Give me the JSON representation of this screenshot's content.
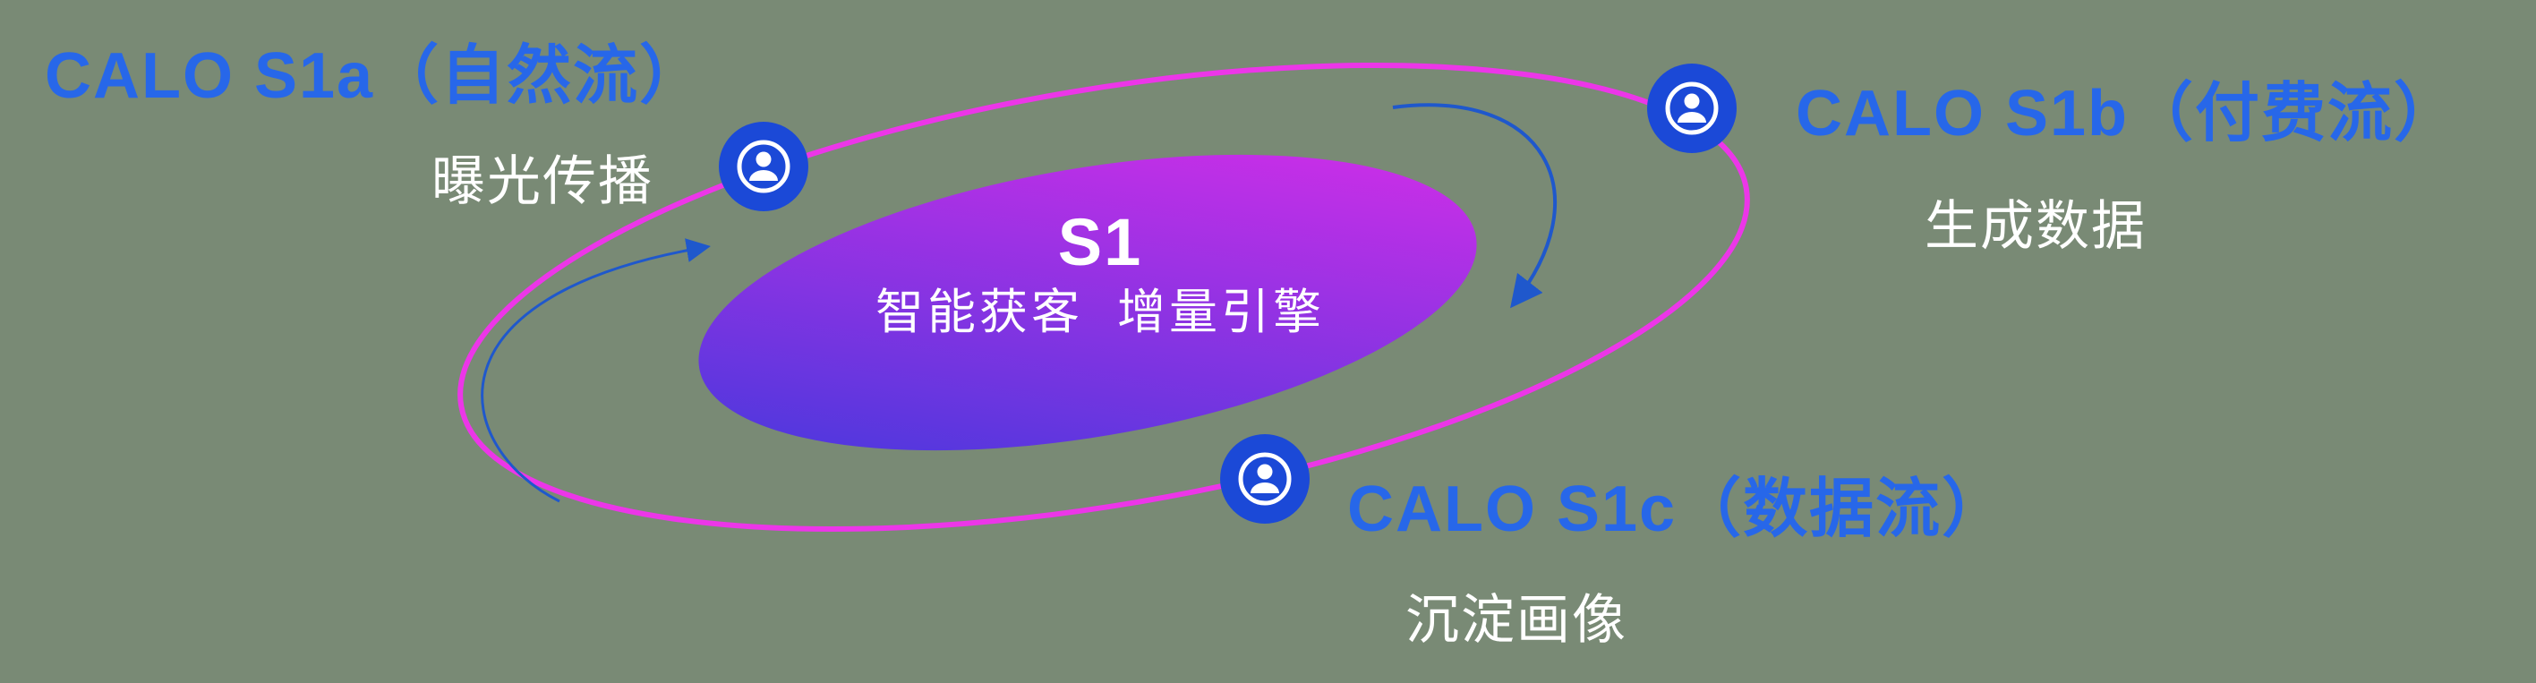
{
  "background": "#798a75",
  "colors": {
    "label_blue": "#2767e9",
    "white": "#ffffff",
    "orbit_pink": "#ec36e8",
    "arrow_blue": "#1f58cc",
    "icon_blue": "#1b49d7",
    "gradient_start": "#3d39dc",
    "gradient_end": "#dd2de9"
  },
  "center": {
    "title": "S1",
    "subtitle": "智能获客  增量引擎"
  },
  "nodes": [
    {
      "id": "s1a",
      "label": "CALO S1a（自然流）",
      "sublabel": "曝光传播",
      "icon": "user-icon"
    },
    {
      "id": "s1b",
      "label": "CALO S1b（付费流）",
      "sublabel": "生成数据",
      "icon": "user-icon"
    },
    {
      "id": "s1c",
      "label": "CALO S1c（数据流）",
      "sublabel": "沉淀画像",
      "icon": "user-icon"
    }
  ]
}
